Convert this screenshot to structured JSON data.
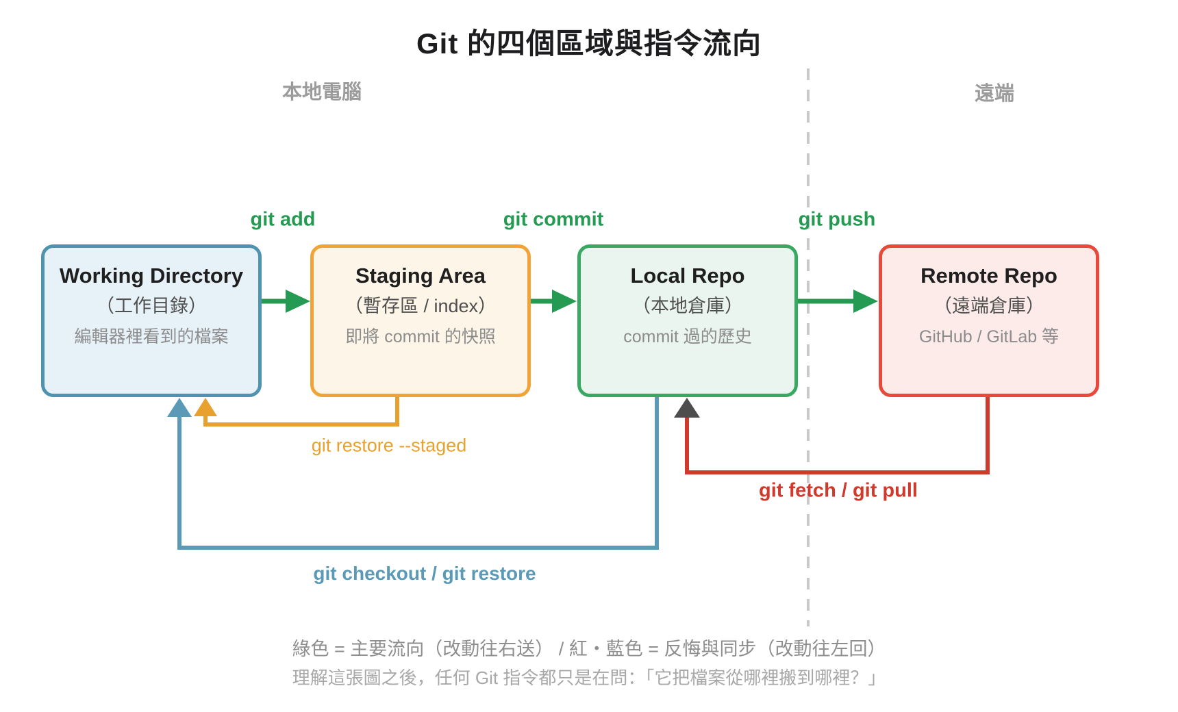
{
  "title": "Git 的四個區域與指令流向",
  "regions": {
    "local_label": "本地電腦",
    "remote_label": "遠端"
  },
  "nodes": [
    {
      "id": "working-directory",
      "title": "Working Directory",
      "subtitle": "（工作目錄）",
      "desc": "編輯器裡看到的檔案"
    },
    {
      "id": "staging-area",
      "title": "Staging Area",
      "subtitle": "（暫存區 / index）",
      "desc": "即將 commit 的快照"
    },
    {
      "id": "local-repo",
      "title": "Local Repo",
      "subtitle": "（本地倉庫）",
      "desc": "commit 過的歷史"
    },
    {
      "id": "remote-repo",
      "title": "Remote Repo",
      "subtitle": "（遠端倉庫）",
      "desc": "GitHub / GitLab 等"
    }
  ],
  "flows": {
    "add": "git add",
    "commit": "git commit",
    "push": "git push",
    "restore_staged": "git restore --staged",
    "checkout": "git checkout / git restore",
    "fetch_pull": "git fetch / git pull"
  },
  "footer": {
    "legend": "綠色 = 主要流向（改動往右送） / 紅・藍色 = 反悔與同步（改動往左回）",
    "note": "理解這張圖之後，任何 Git 指令都只是在問：「它把檔案從哪裡搬到哪裡？」"
  },
  "colors": {
    "flow-green": "#249a52",
    "flow-blue": "#5b9ab6",
    "flow-orange": "#e8a02e",
    "flow-red": "#cf3a2d",
    "arrow-dark": "#4d4d4d",
    "wd-border": "#4f93ae",
    "wd-fill": "#e7f1f8",
    "stage-border": "#f2a338",
    "stage-fill": "#fdf5e7",
    "local-border": "#38a862",
    "local-fill": "#e9f5ee",
    "remote-border": "#e7493a",
    "remote-fill": "#fcebe9",
    "divider": "#c9c9c9",
    "title-color": "#1d1d1f",
    "node-title": "#1f1f1f",
    "node-subtitle": "#4f4f4f",
    "node-desc": "#8c8c8c",
    "region-label": "#9b9b9b",
    "caption1": "#8e8e8e",
    "caption2": "#a8a8a8"
  }
}
